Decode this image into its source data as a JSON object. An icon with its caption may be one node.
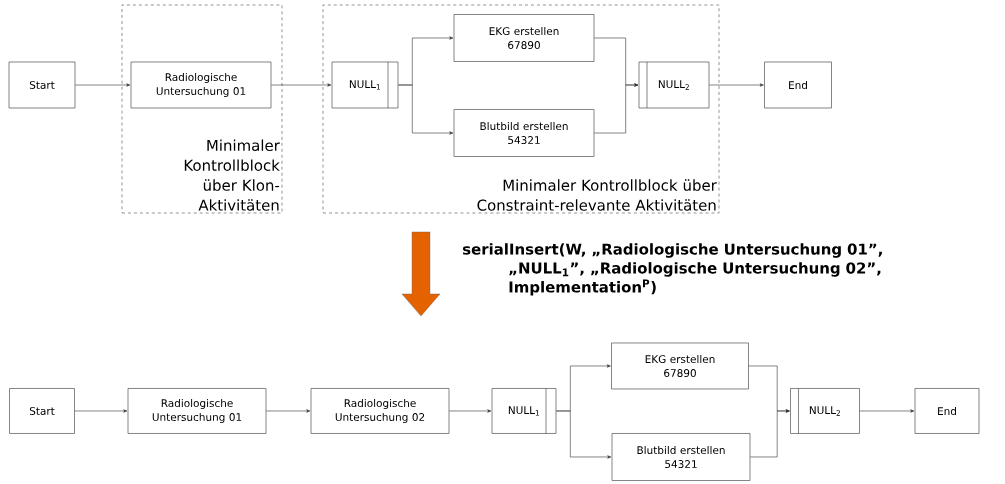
{
  "diagram": {
    "nodes": [
      {
        "text": [
          "Start"
        ]
      },
      {
        "text": [
          "Minimaler Kontrollblock über Klon-Aktivitäten"
        ]
      },
      {
        "text": [
          "Radiologische Untersuchung 01"
        ],
        "in": 1
      },
      {
        "text": [
          "Minimaler Kontrollblock über Constraint-relevante Aktivitäten"
        ]
      },
      {
        "text": [
          "NULL$_{1}$"
        ],
        "in": 3
      },
      {
        "text": [
          "EKG erstellen",
          "67890"
        ],
        "in": 3
      },
      {
        "text": [
          "Blutbild erstellen",
          "54321"
        ],
        "in": 3
      },
      {
        "text": [
          "NULL$_{2}$"
        ],
        "in": 3
      },
      {
        "text": [
          "End"
        ]
      },
      {
        "text": [
          "Start"
        ]
      },
      {
        "text": [
          "Radiologische Untersuchung 01"
        ]
      },
      {
        "text": [
          "Radiologische Untersuchung 02"
        ]
      },
      {
        "text": [
          "NULL$_{1}$"
        ]
      },
      {
        "text": [
          "EKG erstellen",
          "67890"
        ]
      },
      {
        "text": [
          "Blutbild erstellen",
          "54321"
        ]
      },
      {
        "text": [
          "NULL$_{2}$"
        ]
      },
      {
        "text": [
          "End"
        ]
      }
    ],
    "edges": [
      {
        "from": 0,
        "to": 2,
        "arrow": "to"
      },
      {
        "from": 2,
        "to": 4,
        "arrow": "to"
      },
      {
        "from": 4,
        "to": 5,
        "arrow": "to"
      },
      {
        "from": 4,
        "to": 6,
        "arrow": "to"
      },
      {
        "from": 5,
        "to": 7,
        "arrow": "to"
      },
      {
        "from": 6,
        "to": 7,
        "arrow": "to"
      },
      {
        "from": 7,
        "to": 8,
        "arrow": "to"
      },
      {
        "from": 9,
        "to": 10,
        "arrow": "to"
      },
      {
        "from": 10,
        "to": 11,
        "arrow": "to"
      },
      {
        "from": 11,
        "to": 12,
        "arrow": "to"
      },
      {
        "from": 12,
        "to": 13,
        "arrow": "to"
      },
      {
        "from": 12,
        "to": 14,
        "arrow": "to"
      },
      {
        "from": 13,
        "to": 15,
        "arrow": "to"
      },
      {
        "from": 14,
        "to": 15,
        "arrow": "to"
      },
      {
        "from": 15,
        "to": 16,
        "arrow": "to"
      }
    ],
    "labels": [
      "serialInsert(W, „Radiologische Untersuchung 01”, „NULL$_{1}$”, „Radiologische Untersuchung 02”, Implementation$^{P}$)"
    ]
  }
}
